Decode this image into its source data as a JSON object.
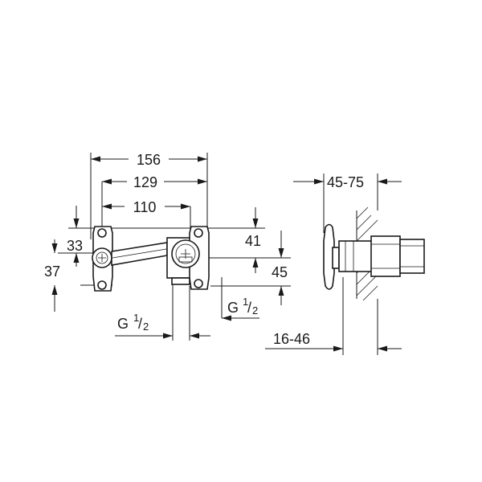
{
  "dimensions": {
    "overall_width": "156",
    "center_to_outlet": "129",
    "inlet_to_outlet": "110",
    "left_upper": "33",
    "left_lower": "37",
    "right_upper": "41",
    "right_lower": "45",
    "wall_depth_range": "45-75",
    "mount_depth_range": "16-46"
  },
  "thread_labels": {
    "inlet": {
      "letter": "G",
      "numerator": "1",
      "denominator": "2"
    },
    "outlet": {
      "letter": "G",
      "numerator": "1",
      "denominator": "2"
    }
  }
}
